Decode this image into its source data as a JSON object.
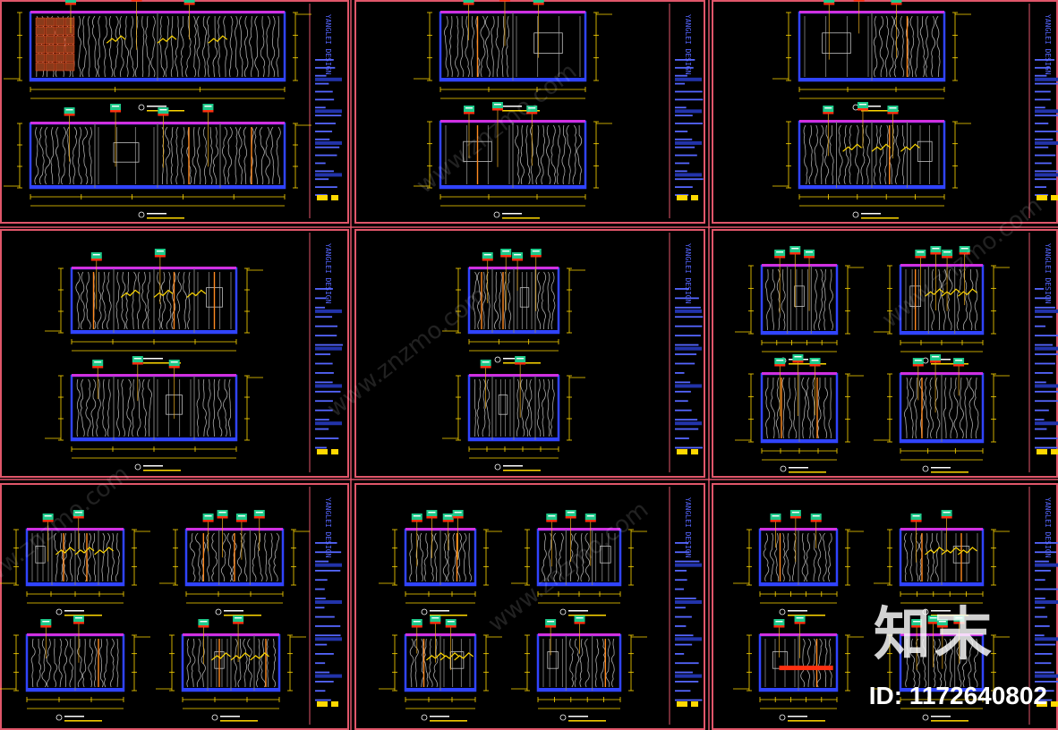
{
  "drawing": {
    "kind": "CAD interior elevation sheets",
    "sheet_count": 9,
    "background_color": "#000000",
    "colors": {
      "sheet_border": "#e0566a",
      "wall_outline": "#3044ff",
      "ceiling_band": "#d030e0",
      "dimension": "#ffd800",
      "leader": "#f0b020",
      "tag_fill": "#1ec98a",
      "tag_text": "#ffffff",
      "red_accent": "#ff3010",
      "texture": "#c9c9c9",
      "title_block_text": "#5566ff"
    },
    "title_block_brand": "YANGLEI DESIGN",
    "sheets": [
      {
        "id": "sheet-1",
        "view_count": 2
      },
      {
        "id": "sheet-2",
        "view_count": 2
      },
      {
        "id": "sheet-3",
        "view_count": 2
      },
      {
        "id": "sheet-4",
        "view_count": 2
      },
      {
        "id": "sheet-5",
        "view_count": 2
      },
      {
        "id": "sheet-6",
        "view_count": 4
      },
      {
        "id": "sheet-7",
        "view_count": 4
      },
      {
        "id": "sheet-8",
        "view_count": 4
      },
      {
        "id": "sheet-9",
        "view_count": 4
      }
    ]
  },
  "watermark": {
    "brand_text": "知末",
    "diagonal_text": "www.znzmo.com",
    "id_text": "ID: 1172640802"
  }
}
